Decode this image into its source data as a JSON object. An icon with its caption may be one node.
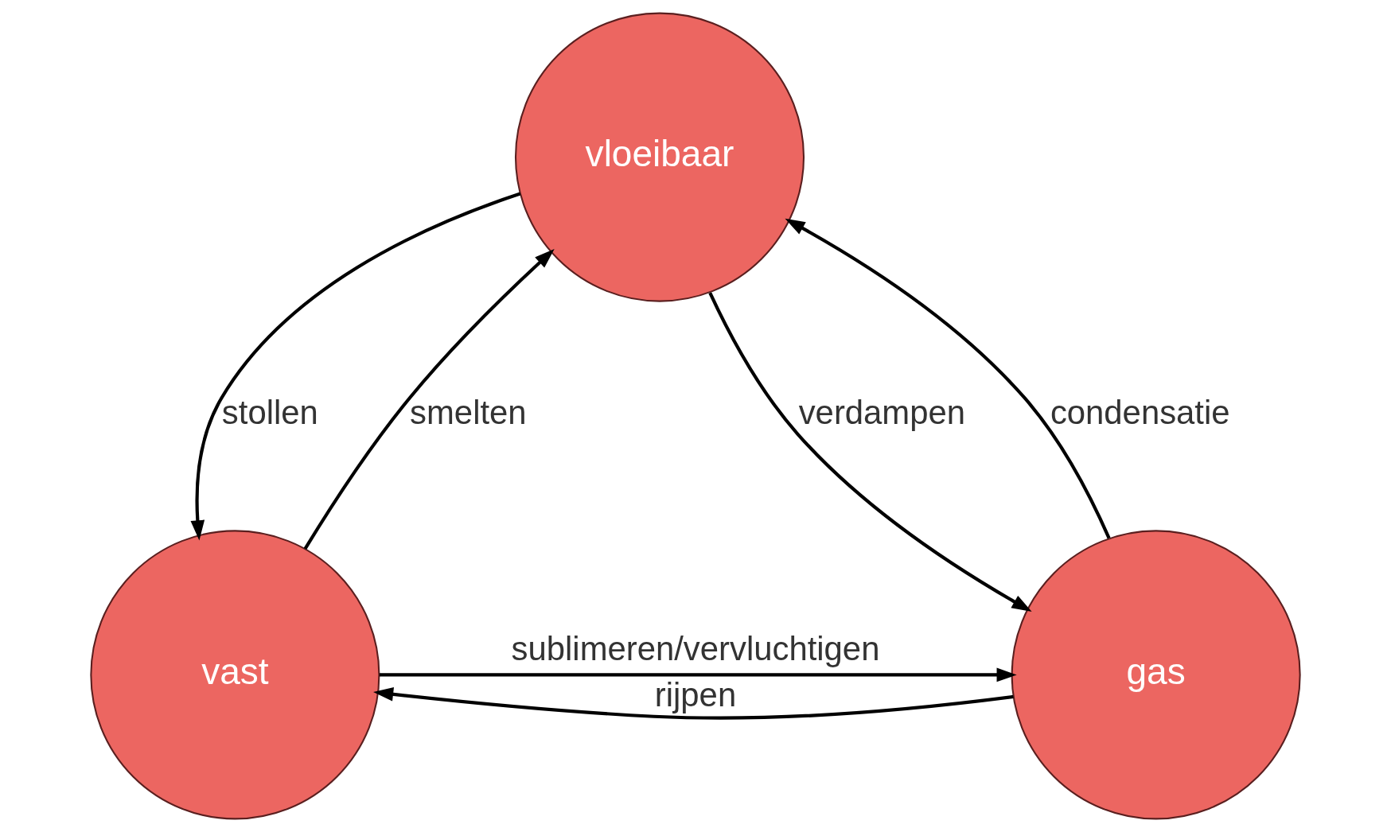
{
  "diagram": {
    "nodes": [
      {
        "text": [
          "vloeibaar"
        ]
      },
      {
        "text": [
          "vast"
        ]
      },
      {
        "text": [
          "gas"
        ]
      }
    ],
    "edges": [
      {
        "from": 1,
        "to": 0,
        "arrow": "to",
        "label": "smelten"
      },
      {
        "from": 0,
        "to": 1,
        "arrow": "to",
        "label": "stollen"
      },
      {
        "from": 0,
        "to": 2,
        "arrow": "to",
        "label": "verdampen"
      },
      {
        "from": 2,
        "to": 0,
        "arrow": "to",
        "label": "condensatie"
      },
      {
        "from": 1,
        "to": 2,
        "arrow": "to",
        "label": "sublimeren/vervluchtigen"
      },
      {
        "from": 2,
        "to": 1,
        "arrow": "to",
        "label": "rijpen"
      }
    ]
  }
}
